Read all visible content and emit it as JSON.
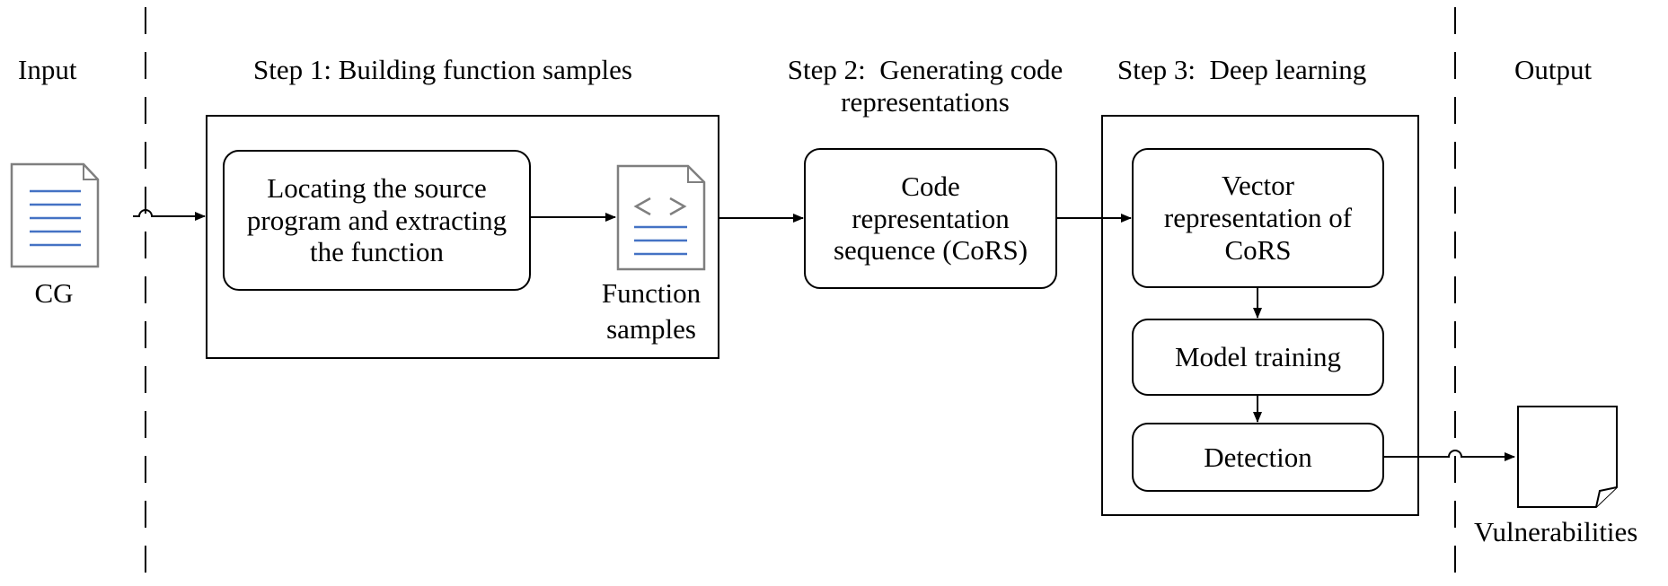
{
  "columns": {
    "input": "Input",
    "step1": "Step 1: Building function samples",
    "step2_line1": "Step 2: Generating code",
    "step2_line2": "representations",
    "step3": "Step 3: Deep learning",
    "output": "Output"
  },
  "input_doc": {
    "label": "CG",
    "icon": "document-icon"
  },
  "step1": {
    "box": [
      "Locating the source",
      "program and extracting",
      "the function"
    ],
    "samples_icon": "code-file-icon",
    "samples_label": [
      "Function",
      "samples"
    ]
  },
  "step2": {
    "box": [
      "Code",
      "representation",
      "sequence (CoRS)"
    ]
  },
  "step3": {
    "vector_box": [
      "Vector",
      "representation of",
      "CoRS"
    ],
    "model_box": "Model training",
    "detection_box": "Detection"
  },
  "output_doc": {
    "label": "Vulnerabilities",
    "icon": "folded-page-icon"
  },
  "colors": {
    "line": "#000000",
    "doc_lines": "#4472c4",
    "doc_border": "#7f7f7f"
  }
}
